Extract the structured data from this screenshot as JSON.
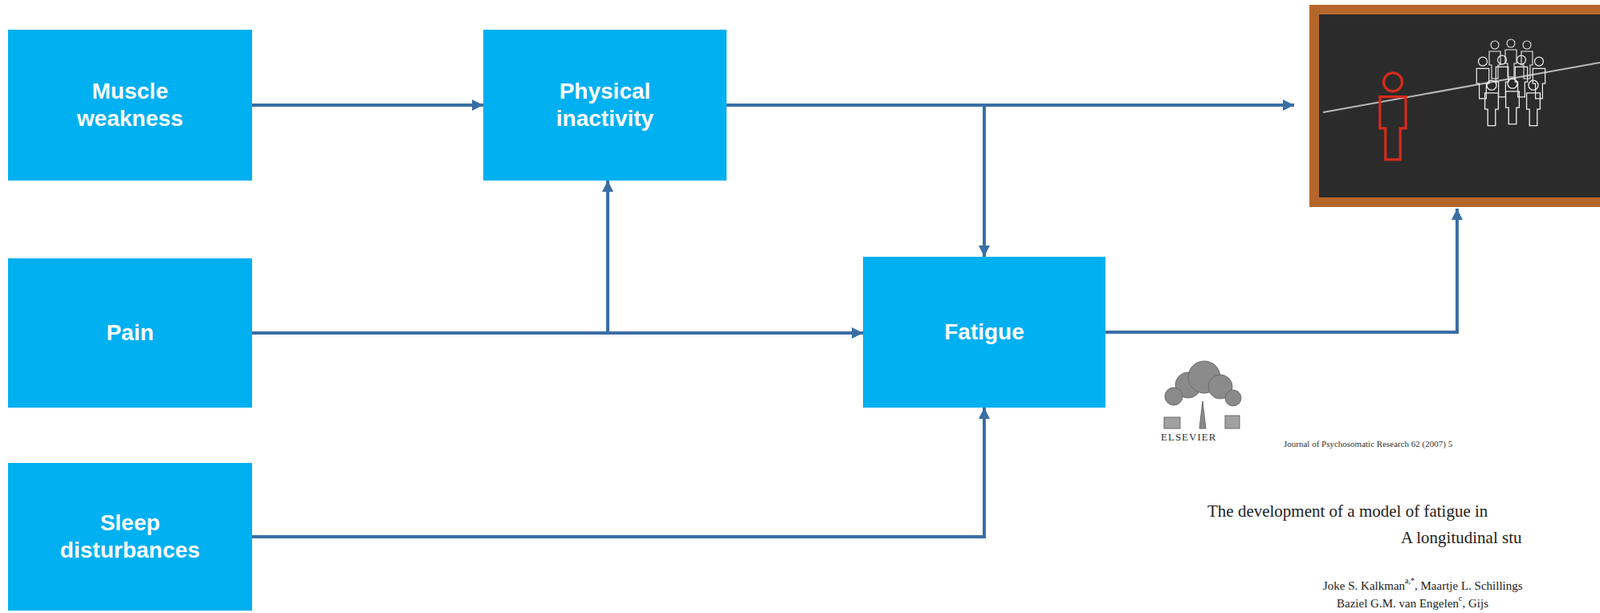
{
  "diagram": {
    "nodes": [
      {
        "text": [
          "Muscle weakness"
        ]
      },
      {
        "text": [
          "Physical inactivity"
        ]
      },
      {
        "text": [
          "Pain"
        ]
      },
      {
        "text": [
          "Fatigue"
        ]
      },
      {
        "text": [
          "Sleep disturbances"
        ]
      }
    ],
    "edges": [
      {
        "from": 0,
        "to": 1,
        "arrow": "to"
      },
      {
        "from": 2,
        "to": 1,
        "arrow": "to"
      },
      {
        "from": 2,
        "to": 3,
        "arrow": "to"
      },
      {
        "from": 1,
        "to": 3,
        "arrow": "to"
      },
      {
        "from": 4,
        "to": 3,
        "arrow": "to"
      }
    ],
    "labels": [
      "ELSEVIER",
      "Journal of Psychosomatic Research 62 (2007) 5",
      "The development of a model of fatigue in",
      "A longitudinal stu",
      "Joke S. Kalkman",
      "a,*",
      ", Maartje L. Schillings",
      "Baziel G.M. van Engelen",
      "c",
      ", Gijs"
    ]
  }
}
